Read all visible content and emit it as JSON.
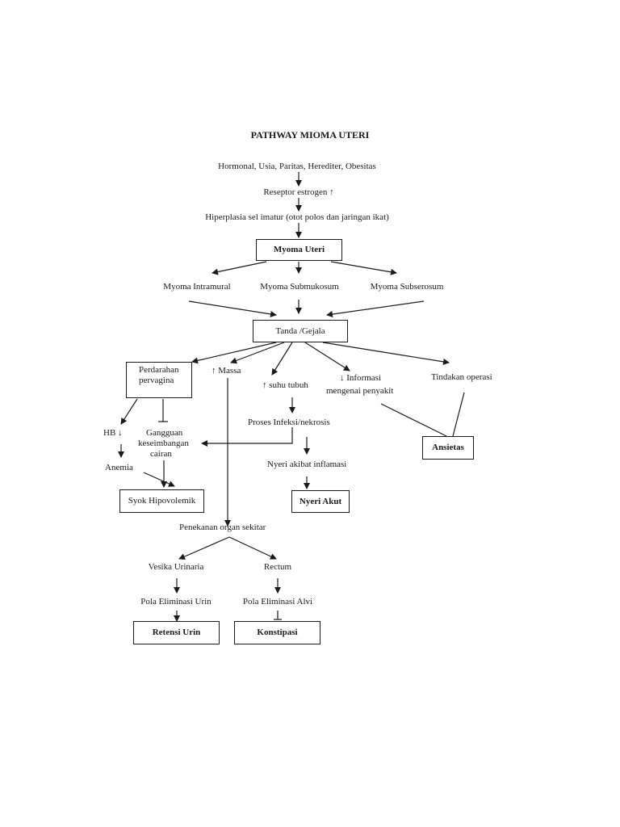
{
  "title": "PATHWAY MIOMA UTERI",
  "nodes": {
    "causes": "Hormonal, Usia, Paritas, Herediter, Obesitas",
    "receptor": "Reseptor estrogen ↑",
    "hyperplasia": "Hiperplasia sel imatur (otot polos dan jaringan ikat)",
    "myoma_uteri": "Myoma Uteri",
    "intramural": "Myoma Intramural",
    "submukosum": "Myoma Submukosum",
    "subserosum": "Myoma Subserosum",
    "tanda_gejala": "Tanda /Gejala",
    "perdarahan_line1": "Perdarahan",
    "perdarahan_line2": "pervagina",
    "massa": "↑ Massa",
    "suhu_tubuh": "↑ suhu tubuh",
    "informasi_line1": "↓ Informasi",
    "informasi_line2": "mengenai penyakit",
    "tindakan_operasi": "Tindakan operasi",
    "hb": "HB ↓",
    "gangguan_line1": "Gangguan",
    "gangguan_line2": "keseimbangan",
    "gangguan_line3": "cairan",
    "proses_infeksi": "Proses Infeksi/nekrosis",
    "ansietas": "Ansietas",
    "anemia": "Anemia",
    "nyeri_inflamasi": "Nyeri akibat inflamasi",
    "syok": "Syok Hipovolemik",
    "nyeri_akut": "Nyeri Akut",
    "penekanan": "Penekanan organ sekitar",
    "vesika": "Vesika Urinaria",
    "rectum": "Rectum",
    "pola_urin": "Pola Eliminasi Urin",
    "pola_alvi": "Pola Eliminasi Alvi",
    "retensi": "Retensi Urin",
    "konstipasi": "Konstipasi"
  }
}
